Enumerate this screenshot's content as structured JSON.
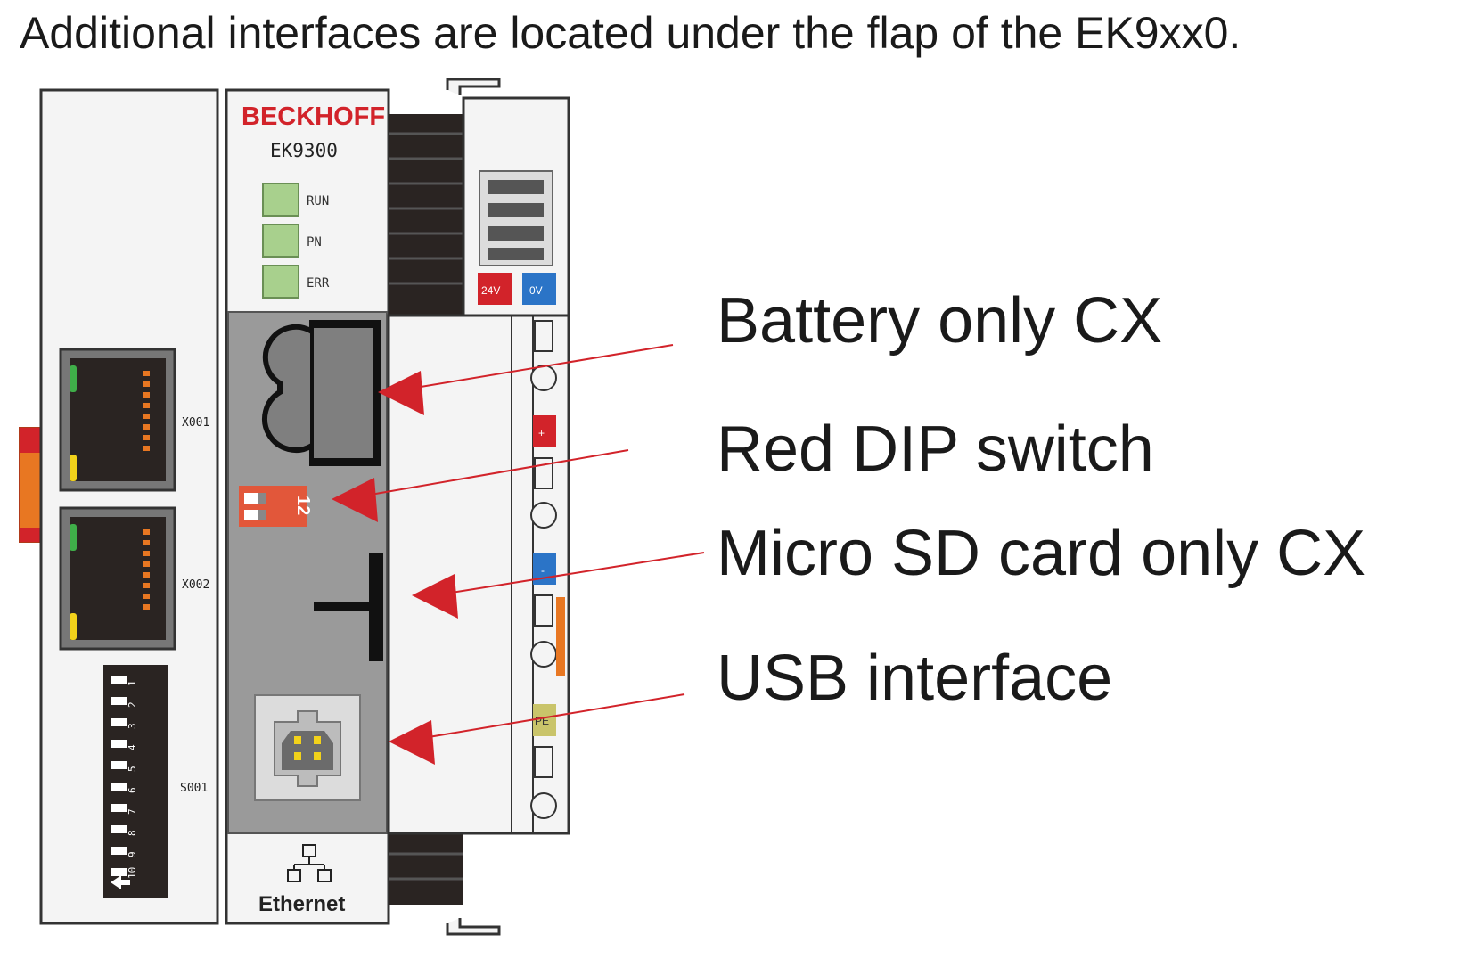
{
  "caption": "Additional interfaces are located under the flap of the EK9xx0.",
  "device": {
    "brand": "BECKHOFF",
    "model": "EK9300",
    "leds": [
      {
        "label": "RUN",
        "color": "#a8d08d"
      },
      {
        "label": "PN",
        "color": "#a8d08d"
      },
      {
        "label": "ERR",
        "color": "#a8d08d"
      }
    ],
    "ports": [
      {
        "label": "X001"
      },
      {
        "label": "X002"
      }
    ],
    "dip_address_label": "S001",
    "dip_address_numbers": [
      "1",
      "2",
      "3",
      "4",
      "5",
      "6",
      "7",
      "8",
      "9",
      "10"
    ],
    "red_dip_numbers": "12",
    "ethernet_label": "Ethernet",
    "power_terminals": [
      {
        "label": "24V",
        "color": "#d2232a"
      },
      {
        "label": "0V",
        "color": "#2b74c7"
      }
    ],
    "terminal_markers": [
      {
        "label": "+",
        "color": "#d2232a"
      },
      {
        "label": "-",
        "color": "#2b74c7"
      },
      {
        "label": "PE",
        "color": "#c9c46a"
      }
    ]
  },
  "callouts": [
    {
      "label": "Battery only CX",
      "target": "battery"
    },
    {
      "label": "Red DIP switch",
      "target": "red-dip"
    },
    {
      "label": "Micro SD card only CX",
      "target": "micro-sd"
    },
    {
      "label": "USB interface",
      "target": "usb"
    }
  ],
  "colors": {
    "arrow": "#d2232a",
    "housing": "#f4f4f4",
    "flap": "#9a9a9a",
    "outline": "#333333"
  }
}
